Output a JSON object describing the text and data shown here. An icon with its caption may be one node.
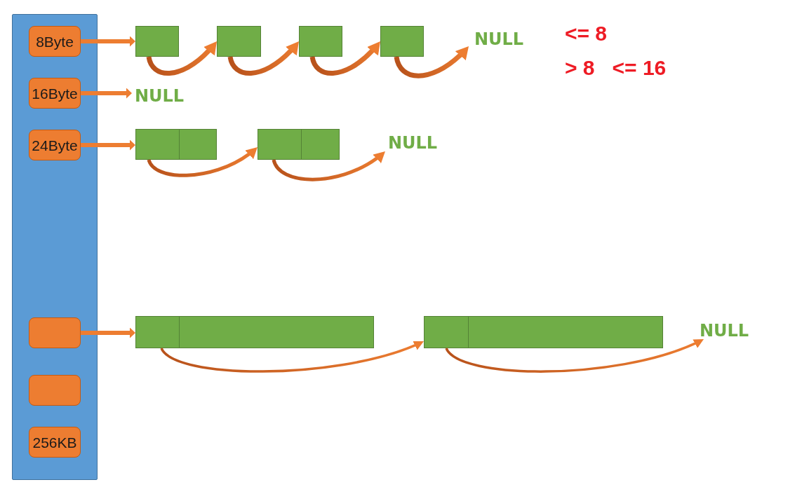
{
  "diagram": {
    "nodes": [
      {
        "text": [],
        "shape": "bar"
      },
      {
        "text": [
          "8Byte"
        ],
        "in": 0
      },
      {
        "text": [
          "16Byte"
        ],
        "in": 0
      },
      {
        "text": [
          "24Byte"
        ],
        "in": 0
      },
      {
        "text": [],
        "shape": "box",
        "in": 0
      },
      {
        "text": [],
        "shape": "box",
        "in": 0
      },
      {
        "text": [
          "256KB"
        ],
        "in": 0
      },
      {
        "text": [],
        "shape": "box"
      },
      {
        "text": [],
        "shape": "box"
      },
      {
        "text": [],
        "shape": "box"
      },
      {
        "text": [],
        "shape": "box"
      },
      {
        "text": [
          "NULL"
        ]
      },
      {
        "text": [
          "NULL"
        ]
      },
      {
        "text": [],
        "shape": "box"
      },
      {
        "text": [],
        "shape": "box"
      },
      {
        "text": [
          "NULL"
        ]
      },
      {
        "text": [],
        "shape": "box"
      },
      {
        "text": [],
        "shape": "box"
      },
      {
        "text": [
          "NULL"
        ]
      }
    ],
    "edges": [
      {
        "from": 1,
        "to": 7,
        "arrow": "to"
      },
      {
        "from": 7,
        "to": 8,
        "arrow": "to"
      },
      {
        "from": 8,
        "to": 9,
        "arrow": "to"
      },
      {
        "from": 9,
        "to": 10,
        "arrow": "to"
      },
      {
        "from": 10,
        "to": 11,
        "arrow": "to"
      },
      {
        "from": 2,
        "to": 12,
        "arrow": "to"
      },
      {
        "from": 3,
        "to": 13,
        "arrow": "to"
      },
      {
        "from": 13,
        "to": 14,
        "arrow": "to"
      },
      {
        "from": 14,
        "to": 15,
        "arrow": "to"
      },
      {
        "from": 4,
        "to": 16,
        "arrow": "to"
      },
      {
        "from": 16,
        "to": 17,
        "arrow": "to"
      },
      {
        "from": 17,
        "to": 18,
        "arrow": "to"
      }
    ],
    "labels": [
      "<= 8",
      "> 8   <= 16"
    ]
  }
}
